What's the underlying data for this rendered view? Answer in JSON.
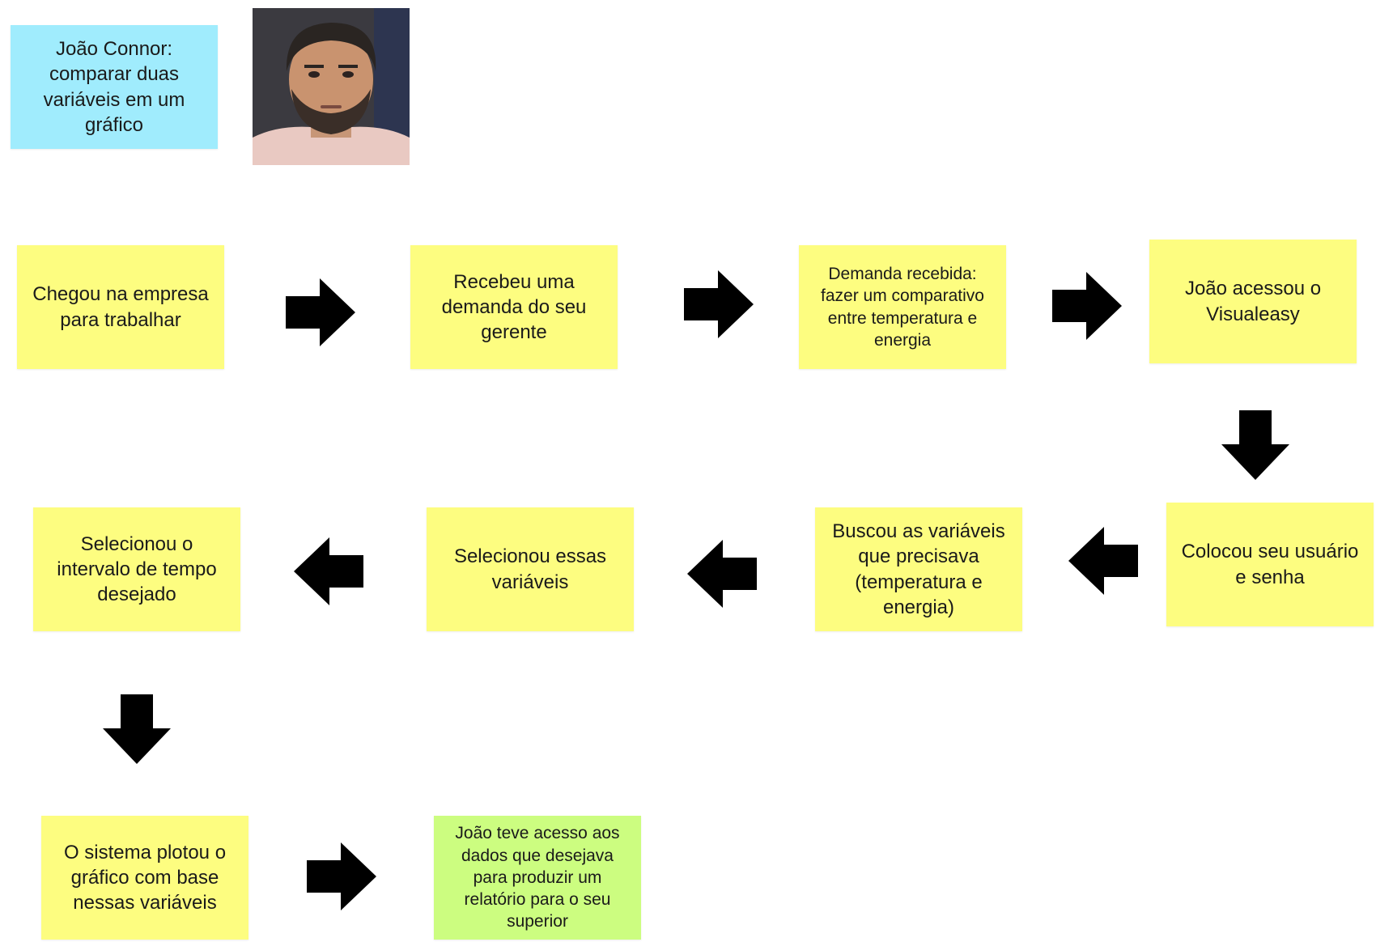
{
  "persona": {
    "title": "João Connor: comparar duas variáveis em um gráfico",
    "photo_alt": "João Connor"
  },
  "steps": [
    "Chegou na empresa para trabalhar",
    "Recebeu uma demanda do seu gerente",
    "Demanda recebida: fazer um comparativo entre temperatura e energia",
    "João acessou o Visualeasy",
    "Colocou seu usuário e senha",
    "Buscou as variáveis que precisava (temperatura e energia)",
    "Selecionou essas variáveis",
    "Selecionou o intervalo de tempo desejado",
    "O sistema plotou o gráfico com base nessas variáveis",
    "João teve acesso aos dados que desejava para produzir um relatório para o seu superior"
  ],
  "colors": {
    "persona_note": "#a0ecfd",
    "step_note": "#fdfd80",
    "final_note": "#ccfd80",
    "arrow": "#000000"
  }
}
